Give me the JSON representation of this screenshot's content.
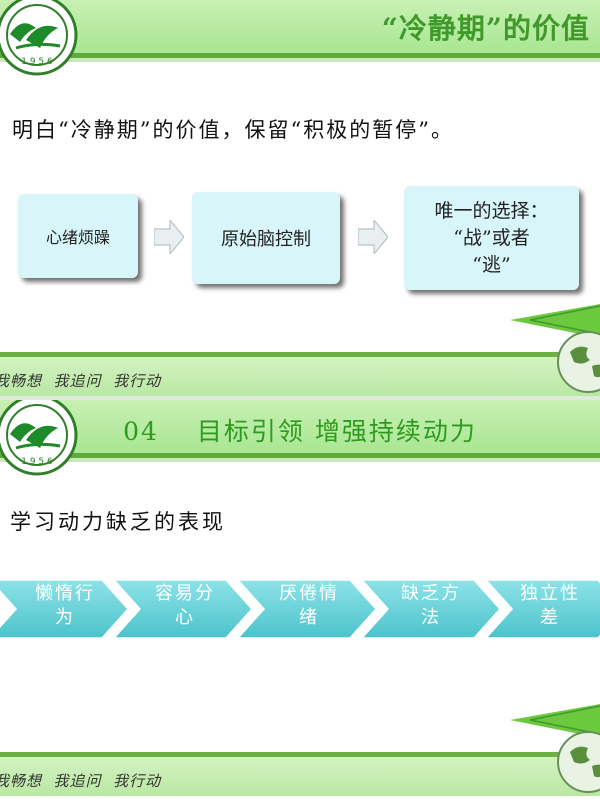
{
  "slide1": {
    "title": "“冷静期”的价值",
    "lead": "明白“冷静期”的价值，保留“积极的暂停”。",
    "flow": [
      {
        "label": "心绪烦躁"
      },
      {
        "label": "原始脑控制"
      },
      {
        "line1": "唯一的选择：",
        "line2": "“战”或者",
        "line3": "“逃”"
      }
    ],
    "footer": "我畅想  我追问  我行动"
  },
  "slide2": {
    "number": "04",
    "title": "目标引领   增强持续动力",
    "lead": "学习动力缺乏的表现",
    "steps": [
      {
        "line1": "懒惰行",
        "line2": "为"
      },
      {
        "line1": "容易分",
        "line2": "心"
      },
      {
        "line1": "厌倦情",
        "line2": "绪"
      },
      {
        "line1": "缺乏方",
        "line2": "法"
      },
      {
        "line1": "独立性",
        "line2": "差"
      }
    ],
    "footer": "我畅想  我追问  我行动"
  },
  "colors": {
    "header_green": "#a9e692",
    "title_green": "#3f9a2b",
    "chevron_teal": "#5fd0d6",
    "box_fill": "#d8f6f9"
  }
}
